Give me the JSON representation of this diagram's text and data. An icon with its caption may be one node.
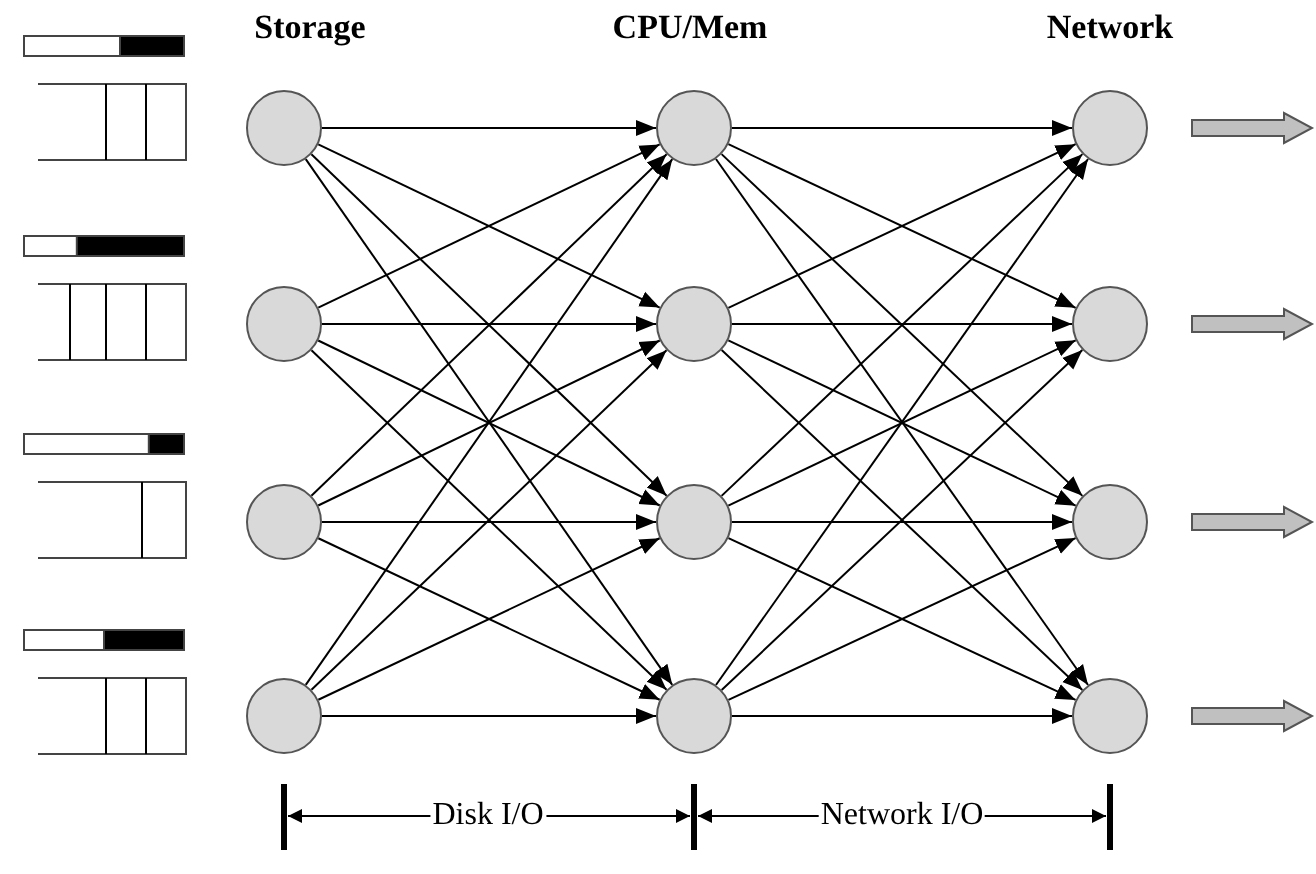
{
  "diagram": {
    "nodes": [
      {
        "text": [],
        "shape": "circle"
      },
      {
        "text": [],
        "shape": "circle"
      },
      {
        "text": [],
        "shape": "circle"
      },
      {
        "text": [],
        "shape": "circle"
      },
      {
        "text": [],
        "shape": "circle"
      },
      {
        "text": [],
        "shape": "circle"
      },
      {
        "text": [],
        "shape": "circle"
      },
      {
        "text": [],
        "shape": "circle"
      },
      {
        "text": [],
        "shape": "circle"
      },
      {
        "text": [],
        "shape": "circle"
      },
      {
        "text": [],
        "shape": "circle"
      },
      {
        "text": [],
        "shape": "circle"
      }
    ],
    "edges": [
      {
        "from": 0,
        "to": 4,
        "arrow": "to"
      },
      {
        "from": 0,
        "to": 5,
        "arrow": "to"
      },
      {
        "from": 0,
        "to": 6,
        "arrow": "to"
      },
      {
        "from": 0,
        "to": 7,
        "arrow": "to"
      },
      {
        "from": 1,
        "to": 4,
        "arrow": "to"
      },
      {
        "from": 1,
        "to": 5,
        "arrow": "to"
      },
      {
        "from": 1,
        "to": 6,
        "arrow": "to"
      },
      {
        "from": 1,
        "to": 7,
        "arrow": "to"
      },
      {
        "from": 2,
        "to": 4,
        "arrow": "to"
      },
      {
        "from": 2,
        "to": 5,
        "arrow": "to"
      },
      {
        "from": 2,
        "to": 6,
        "arrow": "to"
      },
      {
        "from": 2,
        "to": 7,
        "arrow": "to"
      },
      {
        "from": 3,
        "to": 4,
        "arrow": "to"
      },
      {
        "from": 3,
        "to": 5,
        "arrow": "to"
      },
      {
        "from": 3,
        "to": 6,
        "arrow": "to"
      },
      {
        "from": 3,
        "to": 7,
        "arrow": "to"
      },
      {
        "from": 4,
        "to": 8,
        "arrow": "to"
      },
      {
        "from": 4,
        "to": 9,
        "arrow": "to"
      },
      {
        "from": 4,
        "to": 10,
        "arrow": "to"
      },
      {
        "from": 4,
        "to": 11,
        "arrow": "to"
      },
      {
        "from": 5,
        "to": 8,
        "arrow": "to"
      },
      {
        "from": 5,
        "to": 9,
        "arrow": "to"
      },
      {
        "from": 5,
        "to": 10,
        "arrow": "to"
      },
      {
        "from": 5,
        "to": 11,
        "arrow": "to"
      },
      {
        "from": 6,
        "to": 8,
        "arrow": "to"
      },
      {
        "from": 6,
        "to": 9,
        "arrow": "to"
      },
      {
        "from": 6,
        "to": 10,
        "arrow": "to"
      },
      {
        "from": 6,
        "to": 11,
        "arrow": "to"
      },
      {
        "from": 7,
        "to": 8,
        "arrow": "to"
      },
      {
        "from": 7,
        "to": 9,
        "arrow": "to"
      },
      {
        "from": 7,
        "to": 10,
        "arrow": "to"
      },
      {
        "from": 7,
        "to": 11,
        "arrow": "to"
      },
      {
        "from": 8,
        "to": null,
        "arrow": "to",
        "style": "thick",
        "color": "#c0c0c0"
      },
      {
        "from": 9,
        "to": null,
        "arrow": "to",
        "style": "thick",
        "color": "#c0c0c0"
      },
      {
        "from": 10,
        "to": null,
        "arrow": "to",
        "style": "thick",
        "color": "#c0c0c0"
      },
      {
        "from": 11,
        "to": null,
        "arrow": "to",
        "style": "thick",
        "color": "#c0c0c0"
      }
    ],
    "labels": [
      "Storage",
      "CPU/Mem",
      "Network",
      "Disk I/O",
      "Network I/O"
    ]
  }
}
